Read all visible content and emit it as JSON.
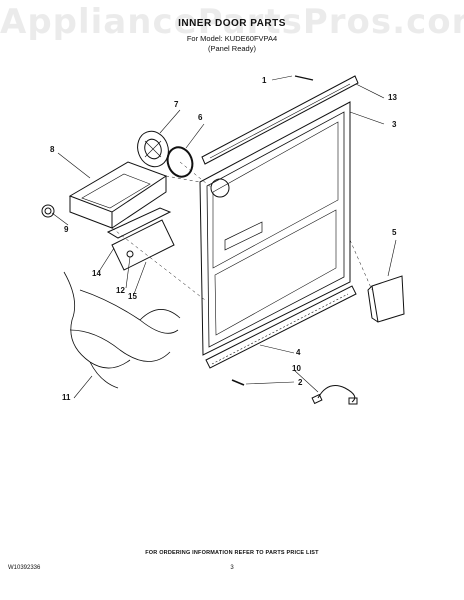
{
  "watermark": "AppliancePartsPros.com",
  "header": {
    "title": "INNER DOOR PARTS",
    "model_line": "For Model: KUDE60FVPA4",
    "variant_line": "(Panel Ready)"
  },
  "callouts": [
    "1",
    "13",
    "3",
    "7",
    "6",
    "8",
    "9",
    "5",
    "14",
    "12",
    "15",
    "4",
    "10",
    "2",
    "11"
  ],
  "footer": {
    "ordering_note": "FOR ORDERING INFORMATION REFER TO PARTS PRICE LIST",
    "document_number": "W10392336",
    "page_number": "3"
  }
}
